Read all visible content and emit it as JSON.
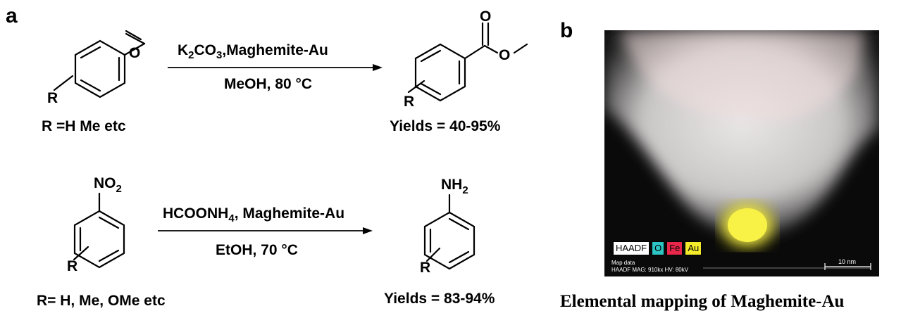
{
  "panel_a": {
    "label": "a",
    "reaction1": {
      "reactant_atoms": {
        "carbonyl_o": "O",
        "r_group": "R"
      },
      "reactant_caption": "R =H Me etc",
      "reagents_top_prefix": "K",
      "reagents_top_sub1": "2",
      "reagents_top_mid": "CO",
      "reagents_top_sub2": "3",
      "reagents_top_suffix": ",Maghemite-Au",
      "conditions": "MeOH, 80 °C",
      "product_atoms": {
        "carbonyl_o": "O",
        "ester_o": "O",
        "r_group": "R"
      },
      "yield": "Yields = 40-95%"
    },
    "reaction2": {
      "reactant_atoms": {
        "nitro": "NO",
        "nitro_sub": "2",
        "r_group": "R"
      },
      "reactant_caption": "R= H, Me, OMe etc",
      "reagents_top_prefix": "HCOONH",
      "reagents_top_sub": "4",
      "reagents_top_suffix": ", Maghemite-Au",
      "conditions": "EtOH, 70 °C",
      "product_atoms": {
        "amine": "NH",
        "amine_sub": "2",
        "r_group": "R"
      },
      "yield": "Yields = 83-94%"
    }
  },
  "panel_b": {
    "label": "b",
    "legend": [
      "HAADF",
      "O",
      "Fe",
      "Au"
    ],
    "legend_colors": {
      "HAADF": "#ffffff",
      "O": "#2ec4c4",
      "Fe": "#e8274b",
      "Au": "#f2ea2a"
    },
    "info_line1": "Map data",
    "info_line2": "HAADF  MAG: 910kx   HV: 80kV",
    "scale_bar": "10 nm",
    "caption": "Elemental mapping of Maghemite-Au"
  }
}
